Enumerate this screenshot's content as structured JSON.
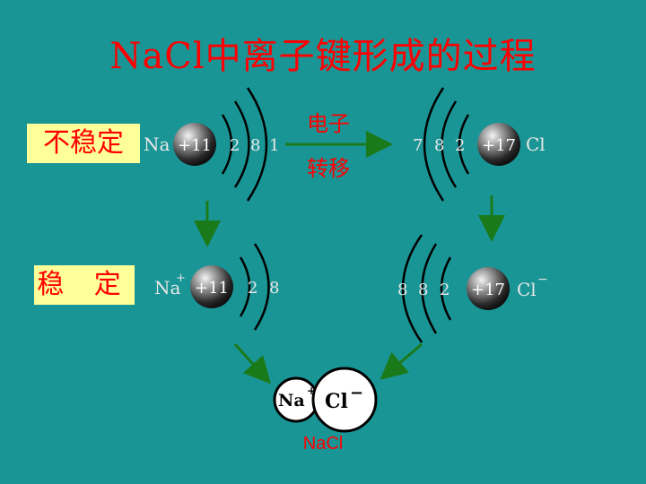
{
  "title": "NaCl中离子键形成的过程",
  "labels": {
    "unstable": "不稳定",
    "stable": "稳 定"
  },
  "transfer": {
    "line1": "电子",
    "line2": "转移"
  },
  "atoms": {
    "na_top": {
      "symbol": "Na",
      "nucleus": "+11",
      "shells": [
        "2",
        "8",
        "1"
      ]
    },
    "cl_top": {
      "symbol": "Cl",
      "nucleus": "+17",
      "shells": [
        "7",
        "8",
        "2"
      ]
    },
    "na_bottom": {
      "symbol": "Na",
      "charge": "+",
      "nucleus": "+11",
      "shells": [
        "2",
        "8"
      ]
    },
    "cl_bottom": {
      "symbol": "Cl",
      "charge": "−",
      "nucleus": "+17",
      "shells": [
        "8",
        "8",
        "2"
      ]
    }
  },
  "compound": {
    "na_ion": "Na",
    "na_charge": "+",
    "cl_ion": "Cl",
    "cl_charge": "−",
    "label": "NaCl"
  },
  "colors": {
    "background": "#1a9595",
    "title": "#ff0000",
    "label_bg": "#ffff99",
    "arrow": "#1a7a1a"
  }
}
